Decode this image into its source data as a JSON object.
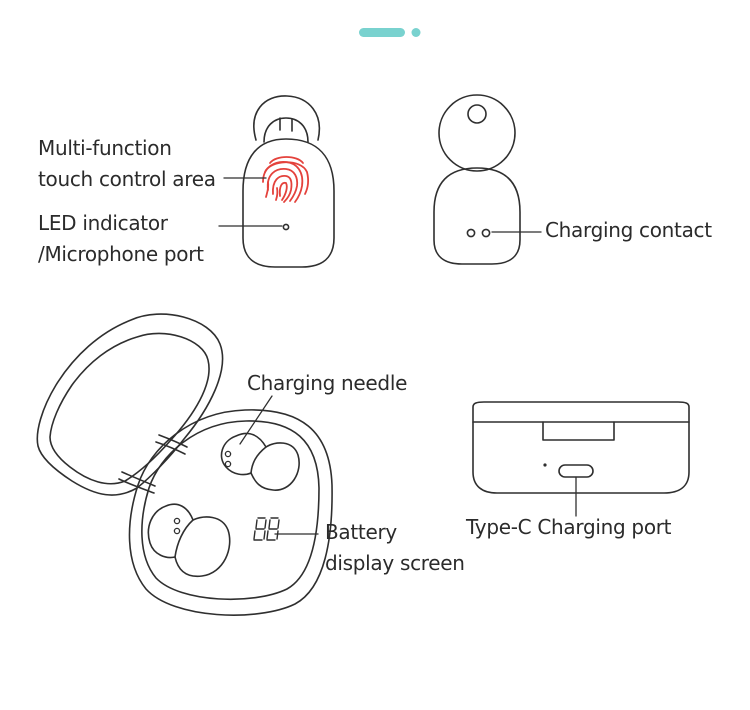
{
  "colors": {
    "accent": "#79d2cf",
    "line": "#2f2f2f",
    "fingerprint": "#e4423c",
    "background": "#ffffff"
  },
  "labels": {
    "touch": [
      "Multi-function",
      "touch control area"
    ],
    "led": [
      "LED indicator",
      "/Microphone port"
    ],
    "contact": "Charging contact",
    "needle": "Charging needle",
    "battery": [
      "Battery",
      "display screen"
    ],
    "typec": "Type-C Charging port"
  },
  "icons": {
    "fingerprint": "fingerprint-icon",
    "pager": "pager-dots"
  }
}
